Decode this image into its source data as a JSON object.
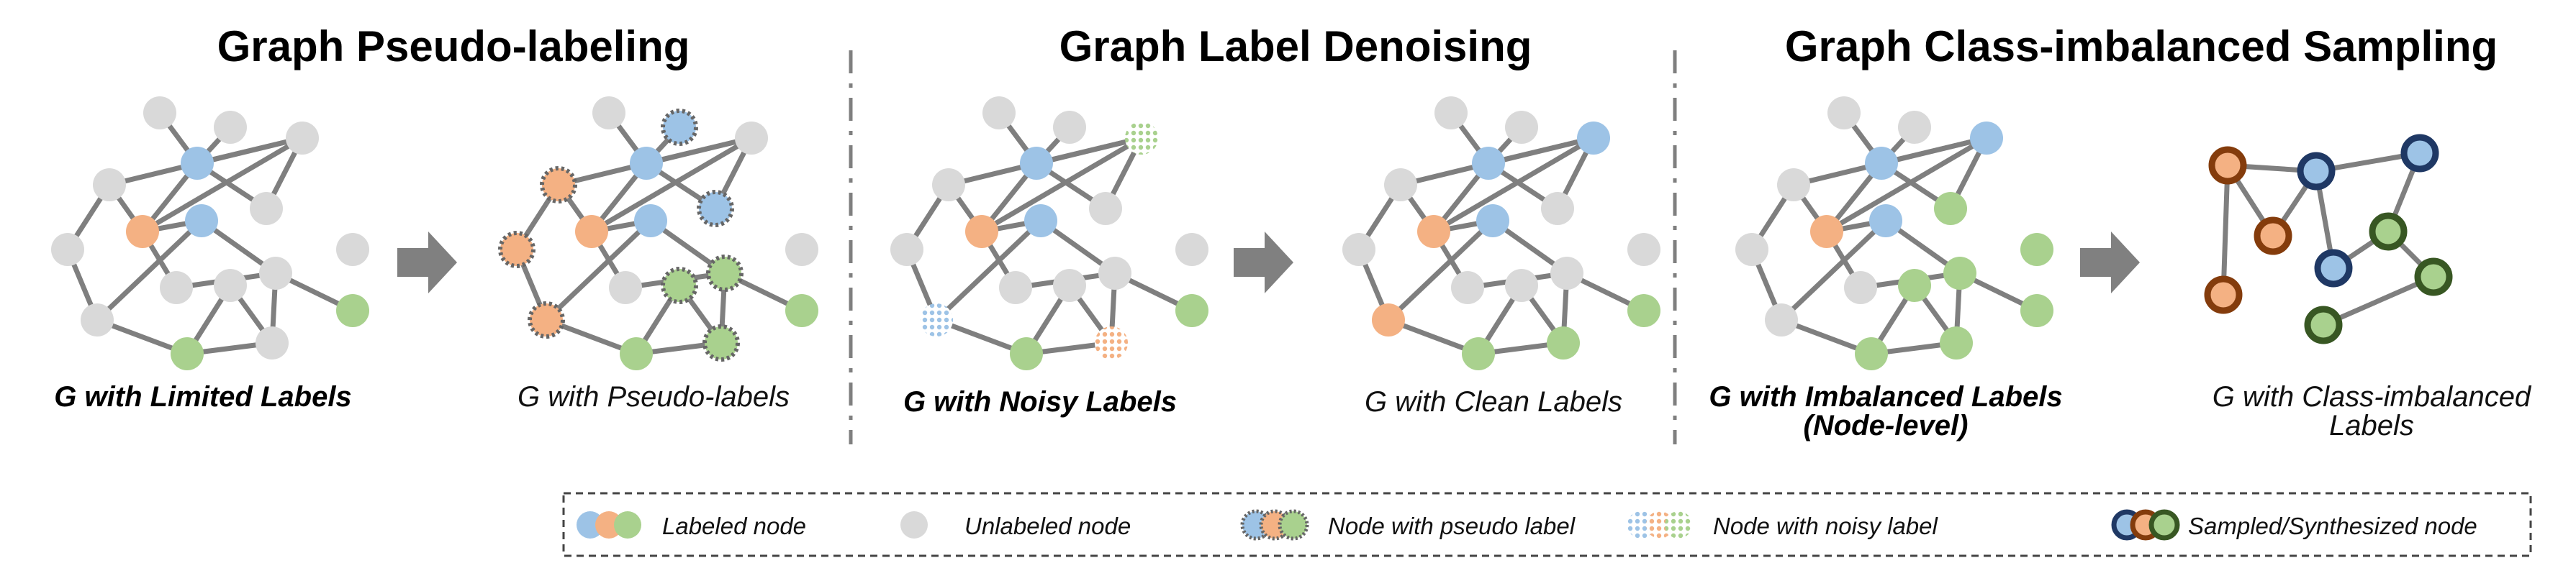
{
  "sections": [
    {
      "title": "Graph Pseudo-labeling",
      "captions": [
        "G with Limited Labels",
        "G with Pseudo-labels"
      ]
    },
    {
      "title": "Graph Label Denoising",
      "captions": [
        "G with Noisy Labels",
        "G with Clean Labels"
      ]
    },
    {
      "title": "Graph Class-imbalanced Sampling",
      "captions": [
        "G with Imbalanced Labels",
        "(Node-level)",
        "G with Class-imbalanced",
        "Labels"
      ]
    }
  ],
  "legend": {
    "labeled": "Labeled node",
    "unlabeled": "Unlabeled node",
    "pseudo": "Node with pseudo label",
    "noisy": "Node with noisy label",
    "sampled": "Sampled/Synthesized node"
  },
  "colors": {
    "unlabeled": "#d9d9d9",
    "blue": "#9dc3e6",
    "orange": "#f4b183",
    "green": "#a9d18e",
    "edge": "#7f7f7f",
    "arrow": "#808080",
    "blue_dark": "#1f3864",
    "orange_dark": "#843c0c",
    "green_dark": "#385723"
  },
  "icons": [
    "right-arrow-icon"
  ]
}
